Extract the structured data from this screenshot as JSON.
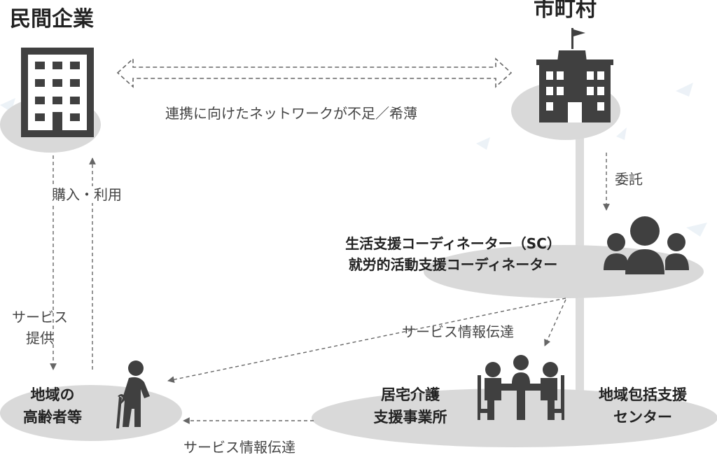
{
  "nodes": {
    "private_company": "民間企業",
    "municipality": "市町村",
    "coordinators_line1": "生活支援コーディネーター（SC）",
    "coordinators_line2": "就労的活動支援コーディネーター",
    "elderly_line1": "地域の",
    "elderly_line2": "高齢者等",
    "care_office_line1": "居宅介護",
    "care_office_line2": "支援事業所",
    "center_line1": "地域包括支援",
    "center_line2": "センター"
  },
  "edges": {
    "network_shortage": "連携に向けたネットワークが不足／希薄",
    "purchase_use": "購入・利用",
    "service_provision_line1": "サービス",
    "service_provision_line2": "提供",
    "entrust": "委託",
    "service_info_upper": "サービス情報伝達",
    "service_info_lower": "サービス情報伝達"
  },
  "icons": {
    "private_company": "office-building-icon",
    "municipality": "city-hall-icon",
    "coordinators": "people-group-icon",
    "elderly": "elderly-person-icon",
    "care_office": "meeting-table-icon"
  },
  "colors": {
    "icon": "#404040",
    "ellipse": "#d9d9d9",
    "arrow": "#666666"
  }
}
